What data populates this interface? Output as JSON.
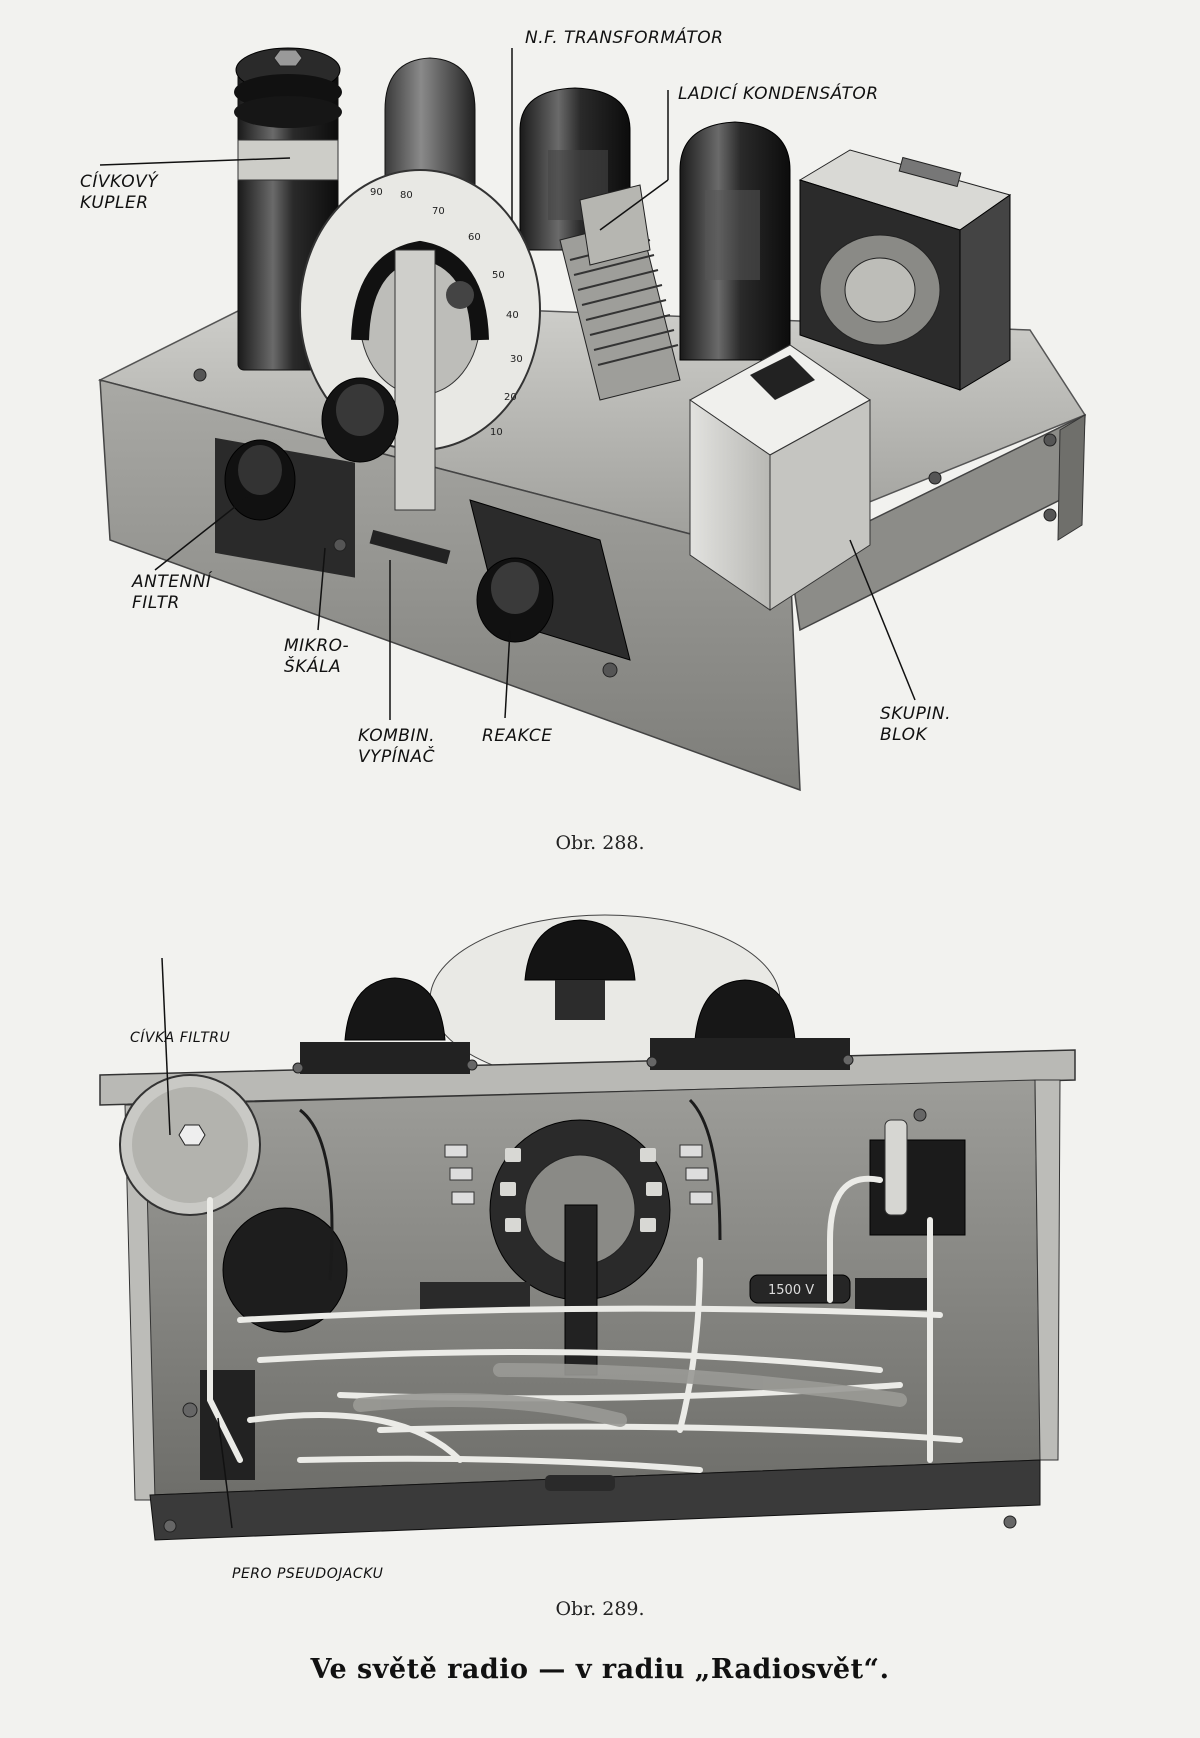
{
  "figure_288": {
    "labels": {
      "nf_transformator": "N.F. TRANSFORMÁTOR",
      "ladici_kondensator": "LADICÍ KONDENSÁTOR",
      "civkovy_kupler": "CÍVKOVÝ\nKUPLER",
      "antenni_filtr": "ANTENNÍ\nFILTR",
      "mikroskala": "MIKRO-\nŠKÁLA",
      "kombin_vypinac": "KOMBIN.\nVYPÍNAČ",
      "reakce": "REAKCE",
      "skupin_blok": "SKUPIN.\nBLOK"
    },
    "dial_numbers": [
      "90",
      "80",
      "70",
      "60",
      "50",
      "40",
      "30",
      "20",
      "10"
    ],
    "caption": "Obr. 288."
  },
  "figure_289": {
    "labels": {
      "civka_filtru": "CÍVKA FILTRU",
      "pero_pseudojacku": "PERO PSEUDOJACKU"
    },
    "component_marking": "1500 V",
    "caption": "Obr. 289."
  },
  "footer": {
    "text": "Ve světě radio — v radiu „Radiosvět“."
  }
}
